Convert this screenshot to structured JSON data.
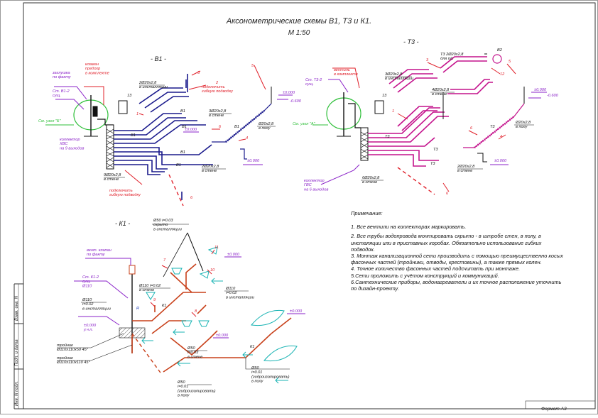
{
  "title": "Аксонометрические схемы В1, Т3 и К1.",
  "scale": "М   1:50",
  "sections": {
    "b1": "- В1 -",
    "t3": "- Т3 -",
    "k1": "- К1 -"
  },
  "b1_labels": {
    "plug": "заглушка\nпо факту",
    "ball_valve": "кламан\nпредохр\nв комплекте",
    "riser": "Ст. В1-2\nсущ.",
    "node": "См. узел \"Б\"",
    "collector": "коллектор\nХВС\nна 9 выходов",
    "pipe_top": "2Ø20х2,8\nв инсталляции",
    "connect_top": "подключить\nгибкую подводку",
    "pipe_wall": "3Ø20х2,8\nв стене",
    "level1": "±0.000",
    "pipe_floor": "Ø20х2,8\nв полу",
    "pipe_bottom": "2Ø20х2,8\nв стене",
    "pipe_main": "9Ø20х2,8\nв стене",
    "connect_bottom": "подключить\nгибкую подводку",
    "level2": "±0.000",
    "level3": "-0.600",
    "level4": "±0.000",
    "tag_b1": "В1",
    "tag_13": "13",
    "tag_1": "1",
    "tag_2": "2",
    "tag_3": "3",
    "tag_4": "4",
    "tag_5": "5",
    "tag_6": "6"
  },
  "t3_labels": {
    "valve": "вентиль\nв комплекте",
    "riser": "Ст. Т3-2\nсущ.",
    "node": "См. узел \"А\"",
    "collector": "коллектор\nГВС\nна 6 выходов",
    "pipe_top": "3Ø20х2,8\nв инсталляции",
    "pipe_rail": "Т3 2Ø20х2,8\nдля п/с",
    "pipe_wall": "4Ø20х2,8\nв стене",
    "pipe_floor": "Ø20х2,8\nв полу",
    "pipe_bottom": "2Ø20х2,8\nв стене",
    "pipe_main": "6Ø20х2,8\nв стене",
    "level1": "±0.000",
    "level2": "-0.600",
    "level3": "±0.000",
    "tag_t3": "Т3",
    "tag_b2": "В2",
    "tag_12": "12",
    "tag_13": "13",
    "tag_1": "1",
    "tag_3": "3",
    "tag_4": "4",
    "tag_5": "5",
    "tag_6": "6"
  },
  "k1_labels": {
    "vent": "вент. клапан\nпо факту",
    "riser": "Ст. К1-2\nсущ.\nØ110",
    "pipe50_top": "Ø50   i=0.03\nскрыто\nв инсталляции",
    "pipe110_a": "Ø110   i=0.02\nв стене",
    "pipe110_b": "Ø110\ni=0.02\nв инсталляции",
    "pipe110_c": "Ø110\ni=0.02\nв инсталляции",
    "level_uchp": "±0.000\nу.ч.п.",
    "tee1": "тройник\nØ110х110х50 45°",
    "tee2": "тройник\nØ110х110х110 45°",
    "pipe50_mid": "Ø50\ni=0.03\nв стене",
    "pipe50_bot": "Ø50\ni=0.01\n(гидроизолировать)\nв полу",
    "pipe50_right": "Ø50\ni=0.01\n(гидроизолировать)\nв полу",
    "level1": "±0.000",
    "level2": "±0.000",
    "level3": "±0.000",
    "tag_k1": "К1",
    "tag_r": "R",
    "tag_7": "7",
    "tag_8": "8",
    "tag_9": "9",
    "tag_10": "10",
    "tag_11": "11"
  },
  "notes": {
    "head": "Примечание:",
    "items": [
      "1. Все вентили на коллекторах маркировать.",
      "2. Все трубы водопровода монтировать скрыто - в штробе стен, в полу, в инсталяции или в приставных коробах. Обязательно использование гибких подводок.",
      "3. Монтаж канализационной сети производить с помощью преимущественно косых фасонных частей (тройники, отводы, крестовины), а также прямых колен.",
      "4. Точное количество фасонных частей подсчитать при монтаже.",
      "5.Сети проложить с учётом конструкций и коммуникаций.",
      "6.Сантехнические приборы, водонагреватели и их точное расположение уточнить по дизайн-проекту."
    ]
  },
  "stamp": {
    "inv_sub": "Взам. инв. N",
    "sign_date": "Подп. и дата",
    "inv_orig": "Инв. N подл."
  },
  "format": "Формат А3",
  "colors": {
    "b1_pipe": "#1a1a8c",
    "t3_pipe": "#c4128c",
    "sewer": "#c8401a",
    "leader_red": "#e0202a",
    "leader_violet": "#8a22c8",
    "node_green": "#2fbf3a",
    "fixture_cyan": "#18b3b3"
  }
}
